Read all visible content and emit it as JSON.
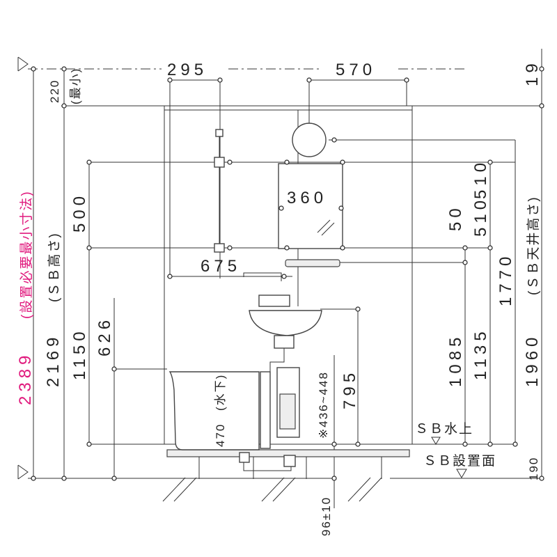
{
  "labels": {
    "min_required": "(設置必要最小寸法)",
    "sb_height": "(ＳＢ高さ)",
    "ceiling_height": "(ＳＢ天井高さ)",
    "water_level": "ＳＢ水上",
    "install_surface": "ＳＢ設置面",
    "water_below": "(水下)",
    "min_small": "(最小)",
    "range_note": "※436~448"
  },
  "dimensions": {
    "d2389": "2389",
    "d2169": "2169",
    "d1150": "1150",
    "d626": "626",
    "d500": "500",
    "d220": "220",
    "d295": "295",
    "d570": "570",
    "d19": "19",
    "d360": "360",
    "d675": "675",
    "d795": "795",
    "d470": "470",
    "d96": "96±10",
    "d50": "50",
    "d510": "510",
    "d1085": "1085",
    "d1135": "1135",
    "d1770": "1770",
    "d1960": "1960",
    "d190": "190"
  },
  "colors": {
    "line": "#333333",
    "accent_text": "#e0197d"
  }
}
